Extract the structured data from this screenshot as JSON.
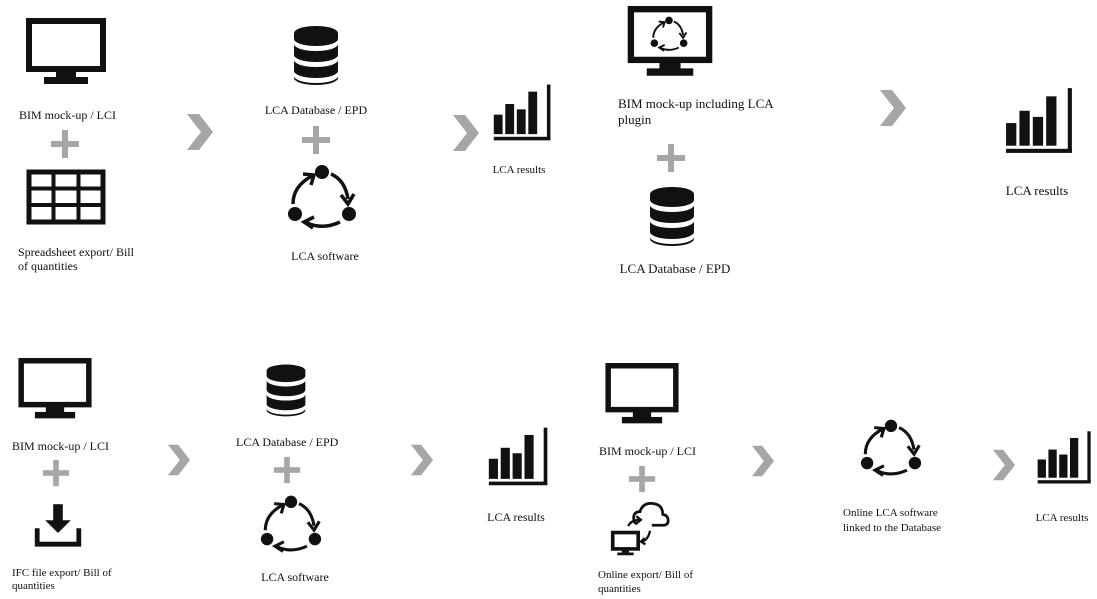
{
  "colors": {
    "icon": "#111111",
    "connector": "#a6a6a6",
    "background": "#ffffff"
  },
  "icons": {
    "monitor": "monitor-icon",
    "database": "database-icon",
    "cycle": "cycle-arrows-icon",
    "table": "spreadsheet-grid-icon",
    "chart": "bar-chart-icon",
    "download": "download-icon",
    "cloud_sync": "cloud-computer-sync-icon",
    "plus": "plus-icon",
    "chevron": "chevron-right-icon"
  },
  "workflow_1": {
    "bim_label": "BIM mock-up / LCI",
    "spreadsheet_label": "Spreadsheet export/ Bill of quantities",
    "database_label": "LCA Database / EPD",
    "software_label": "LCA software",
    "results_label": "LCA results"
  },
  "workflow_2": {
    "bim_plugin_label": "BIM  mock-up  including LCA plugin",
    "database_label": "LCA Database / EPD",
    "results_label": "LCA results"
  },
  "workflow_3": {
    "bim_label": "BIM mock-up / LCI",
    "ifc_label": "IFC file export/ Bill of quantities",
    "database_label": "LCA Database / EPD",
    "software_label": "LCA software",
    "results_label": "LCA results"
  },
  "workflow_4": {
    "bim_label": "BIM mock-up / LCI",
    "online_export_label": "Online  export/  Bill of quantities",
    "online_software_label": "Online LCA software linked to the Database",
    "results_label": "LCA results"
  }
}
